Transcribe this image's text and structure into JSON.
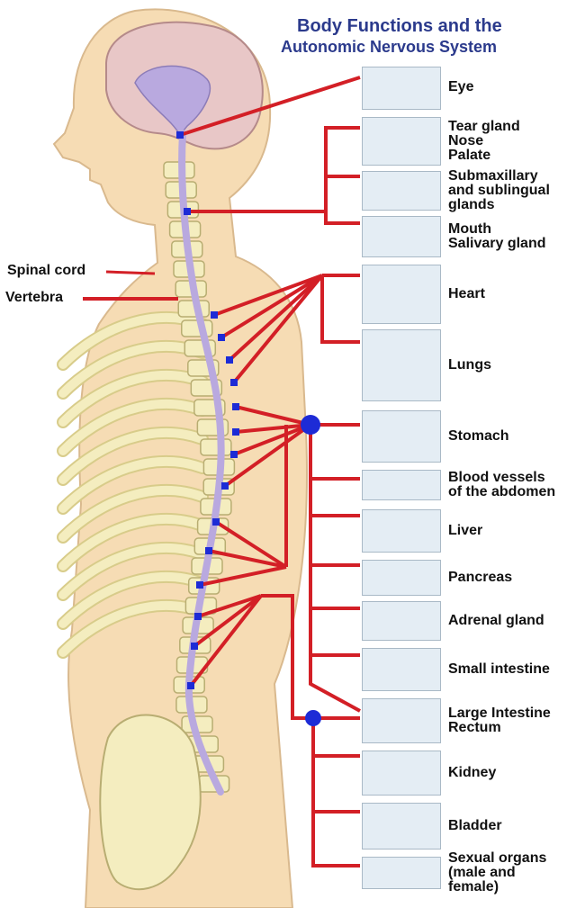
{
  "title": {
    "line1": "Body Functions and the",
    "line2": "Autonomic Nervous System"
  },
  "colors": {
    "nerve": "#d31f26",
    "title": "#2b3a8c",
    "skin": "#f6dcb4",
    "bone": "#f4edbf",
    "spinal_cord": "#b9a9df",
    "ganglion": "#1d2bd6",
    "organ_box": "#e4edf4"
  },
  "side_labels": [
    {
      "id": "spinal-cord",
      "text": "Spinal cord"
    },
    {
      "id": "vertebra",
      "text": "Vertebra"
    }
  ],
  "organs": [
    {
      "id": "eye",
      "icon": "eye-icon",
      "lines": [
        "Eye"
      ]
    },
    {
      "id": "tear-gland",
      "icon": "tear-gland-icon",
      "lines": [
        "Tear gland",
        "Nose",
        "Palate"
      ]
    },
    {
      "id": "submaxillary",
      "icon": "salivary-glands-icon",
      "lines": [
        "Submaxillary",
        "and sublingual",
        "glands"
      ]
    },
    {
      "id": "mouth",
      "icon": "mouth-icon",
      "lines": [
        "Mouth",
        "Salivary gland"
      ]
    },
    {
      "id": "heart",
      "icon": "heart-icon",
      "lines": [
        "Heart"
      ]
    },
    {
      "id": "lungs",
      "icon": "lungs-icon",
      "lines": [
        "Lungs"
      ]
    },
    {
      "id": "stomach",
      "icon": "stomach-icon",
      "lines": [
        "Stomach"
      ]
    },
    {
      "id": "blood-vessels",
      "icon": "blood-vessel-icon",
      "lines": [
        "Blood vessels",
        "of the abdomen"
      ]
    },
    {
      "id": "liver",
      "icon": "liver-icon",
      "lines": [
        "Liver"
      ]
    },
    {
      "id": "pancreas",
      "icon": "pancreas-icon",
      "lines": [
        "Pancreas"
      ]
    },
    {
      "id": "adrenal",
      "icon": "adrenal-gland-icon",
      "lines": [
        "Adrenal gland"
      ]
    },
    {
      "id": "small-intestine",
      "icon": "small-intestine-icon",
      "lines": [
        "Small intestine"
      ]
    },
    {
      "id": "large-intestine",
      "icon": "large-intestine-icon",
      "lines": [
        "Large Intestine",
        "Rectum"
      ]
    },
    {
      "id": "kidney",
      "icon": "kidney-icon",
      "lines": [
        "Kidney"
      ]
    },
    {
      "id": "bladder",
      "icon": "bladder-icon",
      "lines": [
        "Bladder"
      ]
    },
    {
      "id": "sexual-organs",
      "icon": "reproductive-organs-icon",
      "lines": [
        "Sexual organs",
        "(male and",
        "female)"
      ]
    }
  ]
}
